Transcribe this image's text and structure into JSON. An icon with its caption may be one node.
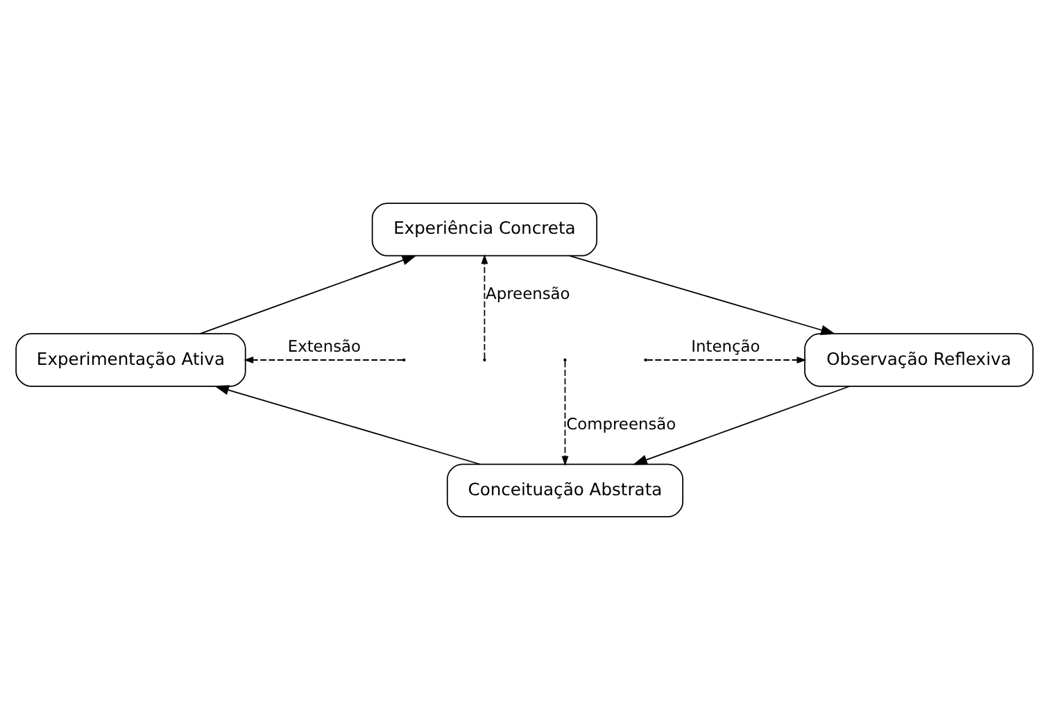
{
  "diagram": {
    "nodes": [
      {
        "text": [
          "Experiência Concreta"
        ]
      },
      {
        "text": [
          "Observação Reflexiva"
        ]
      },
      {
        "text": [
          "Conceituação Abstrata"
        ]
      },
      {
        "text": [
          "Experimentação Ativa"
        ]
      }
    ],
    "edges": [
      {
        "from": 0,
        "to": 1,
        "arrow": "to"
      },
      {
        "from": 1,
        "to": 2,
        "arrow": "to"
      },
      {
        "from": 2,
        "to": 3,
        "arrow": "to"
      },
      {
        "from": 3,
        "to": 0,
        "arrow": "to"
      },
      {
        "from": null,
        "to": 0,
        "arrow": "to",
        "style": "dashed",
        "label": "Apreensão"
      },
      {
        "from": null,
        "to": 2,
        "arrow": "to",
        "style": "dashed",
        "label": "Compreensão"
      },
      {
        "from": null,
        "to": 3,
        "arrow": "to",
        "style": "dashed",
        "label": "Extensão"
      },
      {
        "from": null,
        "to": 1,
        "arrow": "to",
        "style": "dashed",
        "label": "Intenção"
      }
    ]
  }
}
